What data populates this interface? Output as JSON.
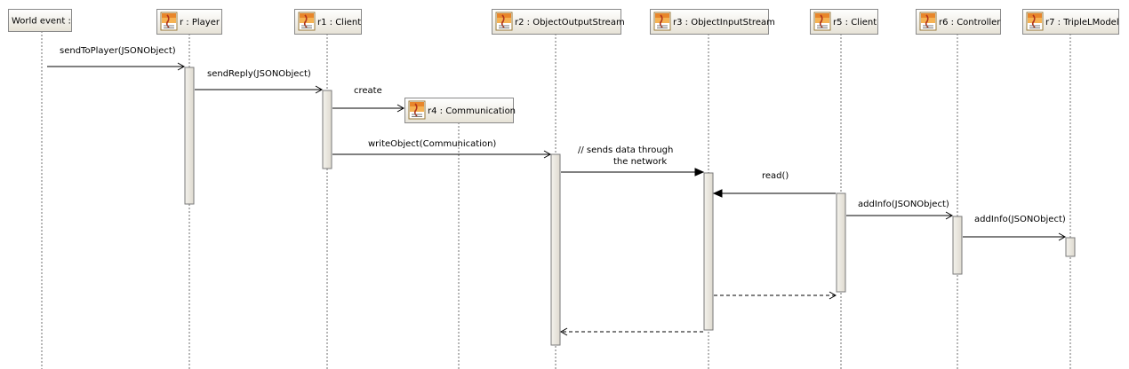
{
  "participants": [
    {
      "id": "world",
      "label": "World event :",
      "actor": true
    },
    {
      "id": "r",
      "label": "r : Player"
    },
    {
      "id": "r1",
      "label": "r1 : Client"
    },
    {
      "id": "r2",
      "label": "r2 : ObjectOutputStream"
    },
    {
      "id": "r3",
      "label": "r3 : ObjectInputStream"
    },
    {
      "id": "r5",
      "label": "r5 : Client"
    },
    {
      "id": "r6",
      "label": "r6 : Controller"
    },
    {
      "id": "r7",
      "label": "r7 : TripleLModel"
    },
    {
      "id": "r4",
      "label": "r4 : Communication",
      "created": true
    }
  ],
  "messages": [
    {
      "id": "m1",
      "label": "sendToPlayer(JSONObject)",
      "from": "world",
      "to": "r",
      "kind": "call"
    },
    {
      "id": "m2",
      "label": "sendReply(JSONObject)",
      "from": "r",
      "to": "r1",
      "kind": "call"
    },
    {
      "id": "m3",
      "label": "create",
      "from": "r1",
      "to": "r4",
      "kind": "create"
    },
    {
      "id": "m4",
      "label": "writeObject(Communication)",
      "from": "r1",
      "to": "r2",
      "kind": "call"
    },
    {
      "id": "m5",
      "label": "// sends data through the network",
      "from": "r2",
      "to": "r3",
      "kind": "sync"
    },
    {
      "id": "m6",
      "label": "read()",
      "from": "r5",
      "to": "r3",
      "kind": "sync"
    },
    {
      "id": "m7",
      "label": "addInfo(JSONObject)",
      "from": "r5",
      "to": "r6",
      "kind": "call"
    },
    {
      "id": "m8",
      "label": "addInfo(JSONObject)",
      "from": "r6",
      "to": "r7",
      "kind": "call"
    },
    {
      "id": "m9",
      "label": "",
      "from": "r3",
      "to": "r5",
      "kind": "return"
    },
    {
      "id": "m10",
      "label": "",
      "from": "r3",
      "to": "r2",
      "kind": "return"
    }
  ],
  "colors": {
    "box_top": "#ffffff",
    "box_bottom": "#e8e4d8",
    "icon_orange": "#e8862a",
    "icon_stroke": "#8a5a10"
  }
}
